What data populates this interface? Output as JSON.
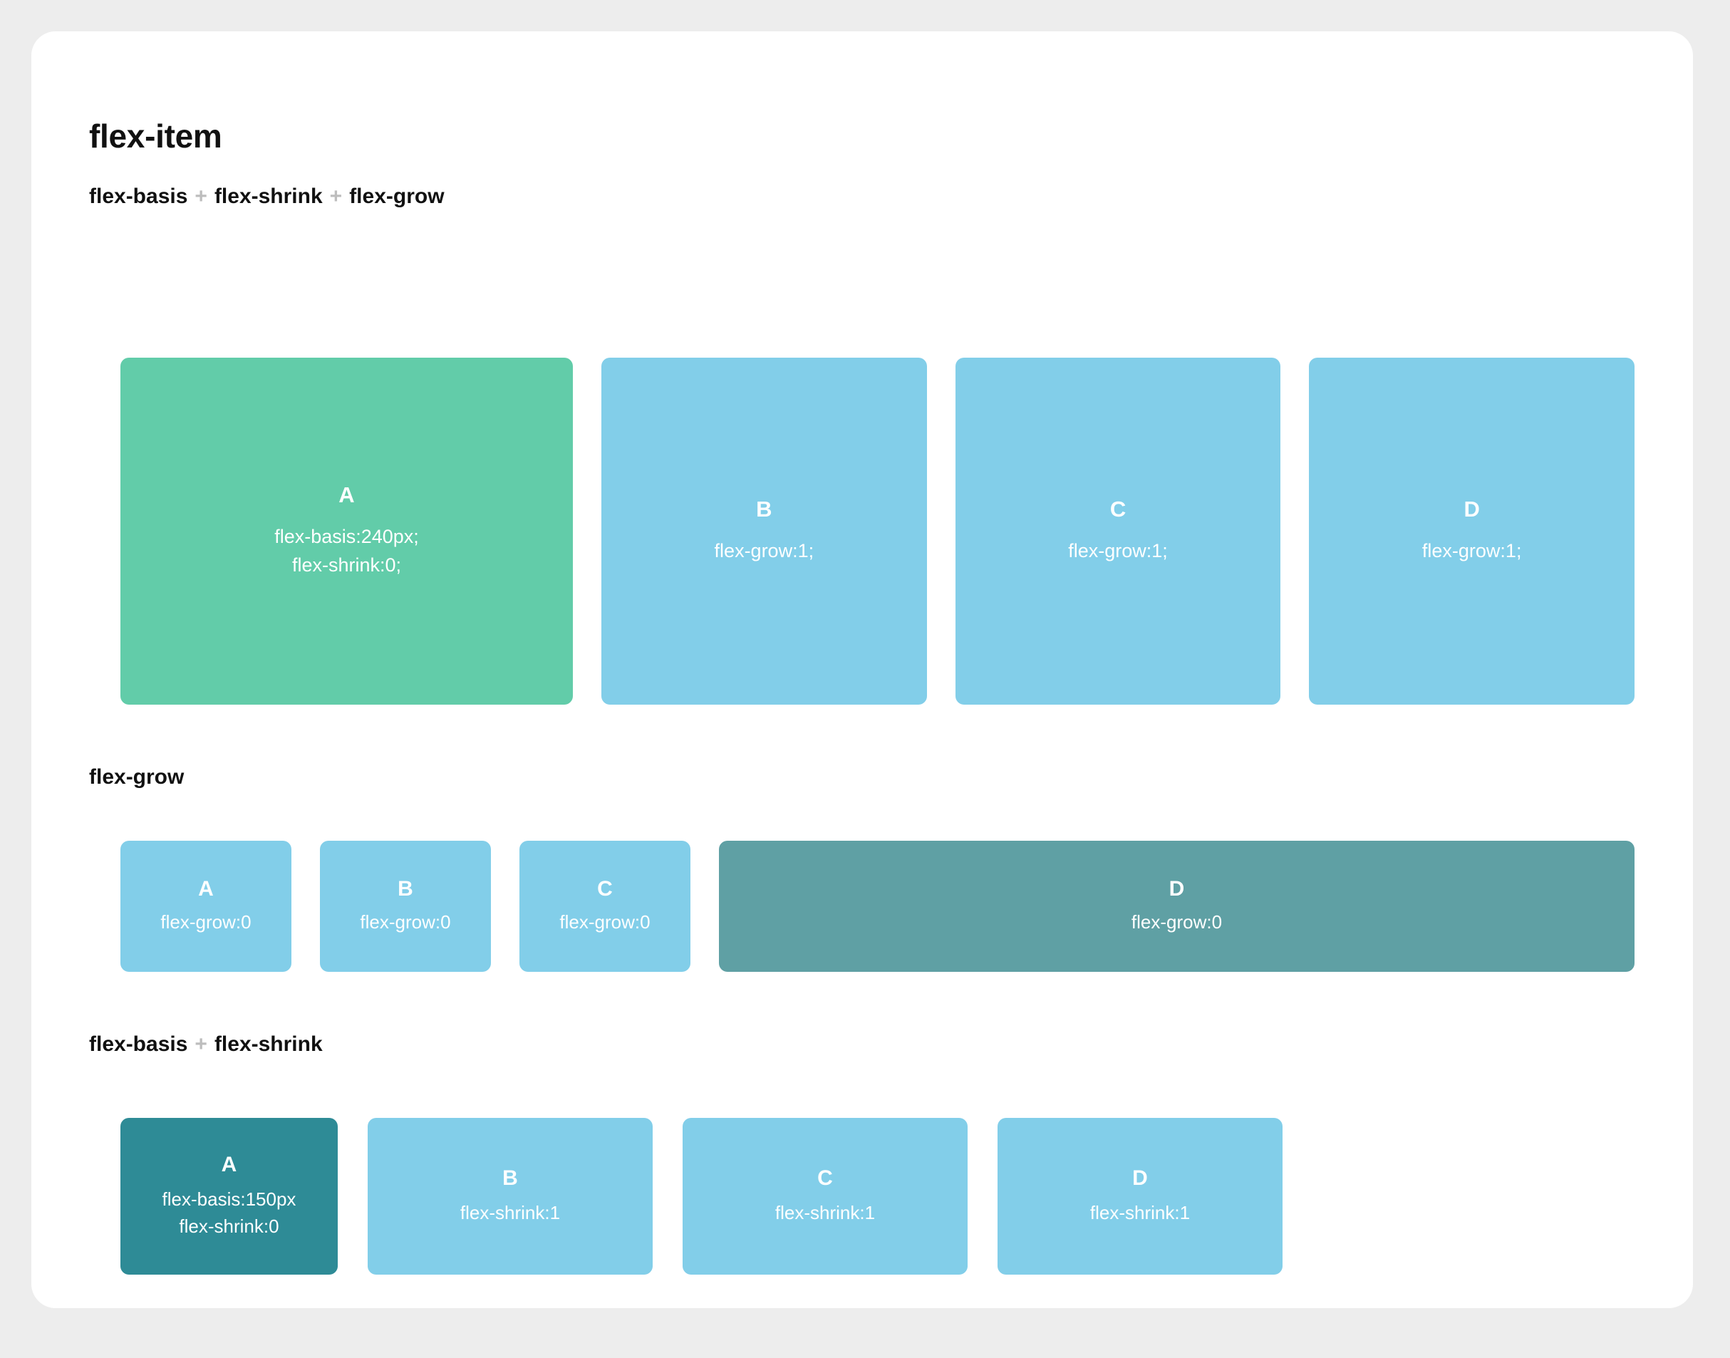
{
  "page": {
    "title": "flex-item",
    "background_color": "#ededed",
    "card_color": "#ffffff"
  },
  "palette": {
    "green": "#62cca9",
    "light_blue": "#82cee9",
    "medium_teal": "#5fa0a4",
    "dark_teal": "#2e8b96",
    "plus_sign": "#bdbdbd",
    "heading_text": "#111111",
    "box_text": "#ffffff"
  },
  "sections": [
    {
      "title_parts": [
        "flex-basis",
        "flex-shrink",
        "flex-grow"
      ],
      "separator": "+",
      "boxes": [
        {
          "letter": "A",
          "props": [
            "flex-basis:240px;",
            "flex-shrink:0;"
          ],
          "color": "#62cca9"
        },
        {
          "letter": "B",
          "props": [
            "flex-grow:1;"
          ],
          "color": "#82cee9"
        },
        {
          "letter": "C",
          "props": [
            "flex-grow:1;"
          ],
          "color": "#82cee9"
        },
        {
          "letter": "D",
          "props": [
            "flex-grow:1;"
          ],
          "color": "#82cee9"
        }
      ]
    },
    {
      "title_parts": [
        "flex-grow"
      ],
      "separator": "+",
      "boxes": [
        {
          "letter": "A",
          "props": [
            "flex-grow:0"
          ],
          "color": "#82cee9"
        },
        {
          "letter": "B",
          "props": [
            "flex-grow:0"
          ],
          "color": "#82cee9"
        },
        {
          "letter": "C",
          "props": [
            "flex-grow:0"
          ],
          "color": "#82cee9"
        },
        {
          "letter": "D",
          "props": [
            "flex-grow:0"
          ],
          "color": "#5fa0a4"
        }
      ]
    },
    {
      "title_parts": [
        "flex-basis",
        "flex-shrink"
      ],
      "separator": "+",
      "boxes": [
        {
          "letter": "A",
          "props": [
            "flex-basis:150px",
            "flex-shrink:0"
          ],
          "color": "#2e8b96"
        },
        {
          "letter": "B",
          "props": [
            "flex-shrink:1"
          ],
          "color": "#82cee9"
        },
        {
          "letter": "C",
          "props": [
            "flex-shrink:1"
          ],
          "color": "#82cee9"
        },
        {
          "letter": "D",
          "props": [
            "flex-shrink:1"
          ],
          "color": "#82cee9"
        }
      ]
    }
  ]
}
